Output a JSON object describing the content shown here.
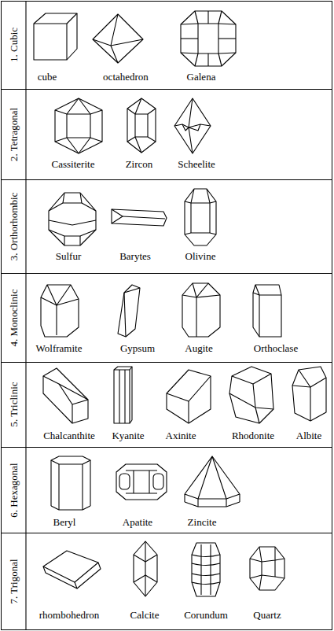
{
  "diagram": {
    "nodes": [
      {
        "text": [
          "1. Cubic",
          "cube",
          "octahedron",
          "Galena"
        ]
      },
      {
        "text": [
          "2. Tetragonal",
          "Cassiterite",
          "Zircon",
          "Scheelite"
        ]
      },
      {
        "text": [
          "3. Orthorhombic",
          "Sulfur",
          "Barytes",
          "Olivine"
        ]
      },
      {
        "text": [
          "4. Monoclinic",
          "Wolframite",
          "Gypsum",
          "Augite",
          "Orthoclase"
        ]
      },
      {
        "text": [
          "5. Triclinic",
          "Chalcanthite",
          "Kyanite",
          "Axinite",
          "Rhodonite",
          "Albite"
        ]
      },
      {
        "text": [
          "6. Hexagonal",
          "Beryl",
          "Apatite",
          "Zincite"
        ]
      },
      {
        "text": [
          "7. Trigonal",
          "rhombohedron",
          "Calcite",
          "Corundum",
          "Quartz"
        ]
      }
    ]
  }
}
